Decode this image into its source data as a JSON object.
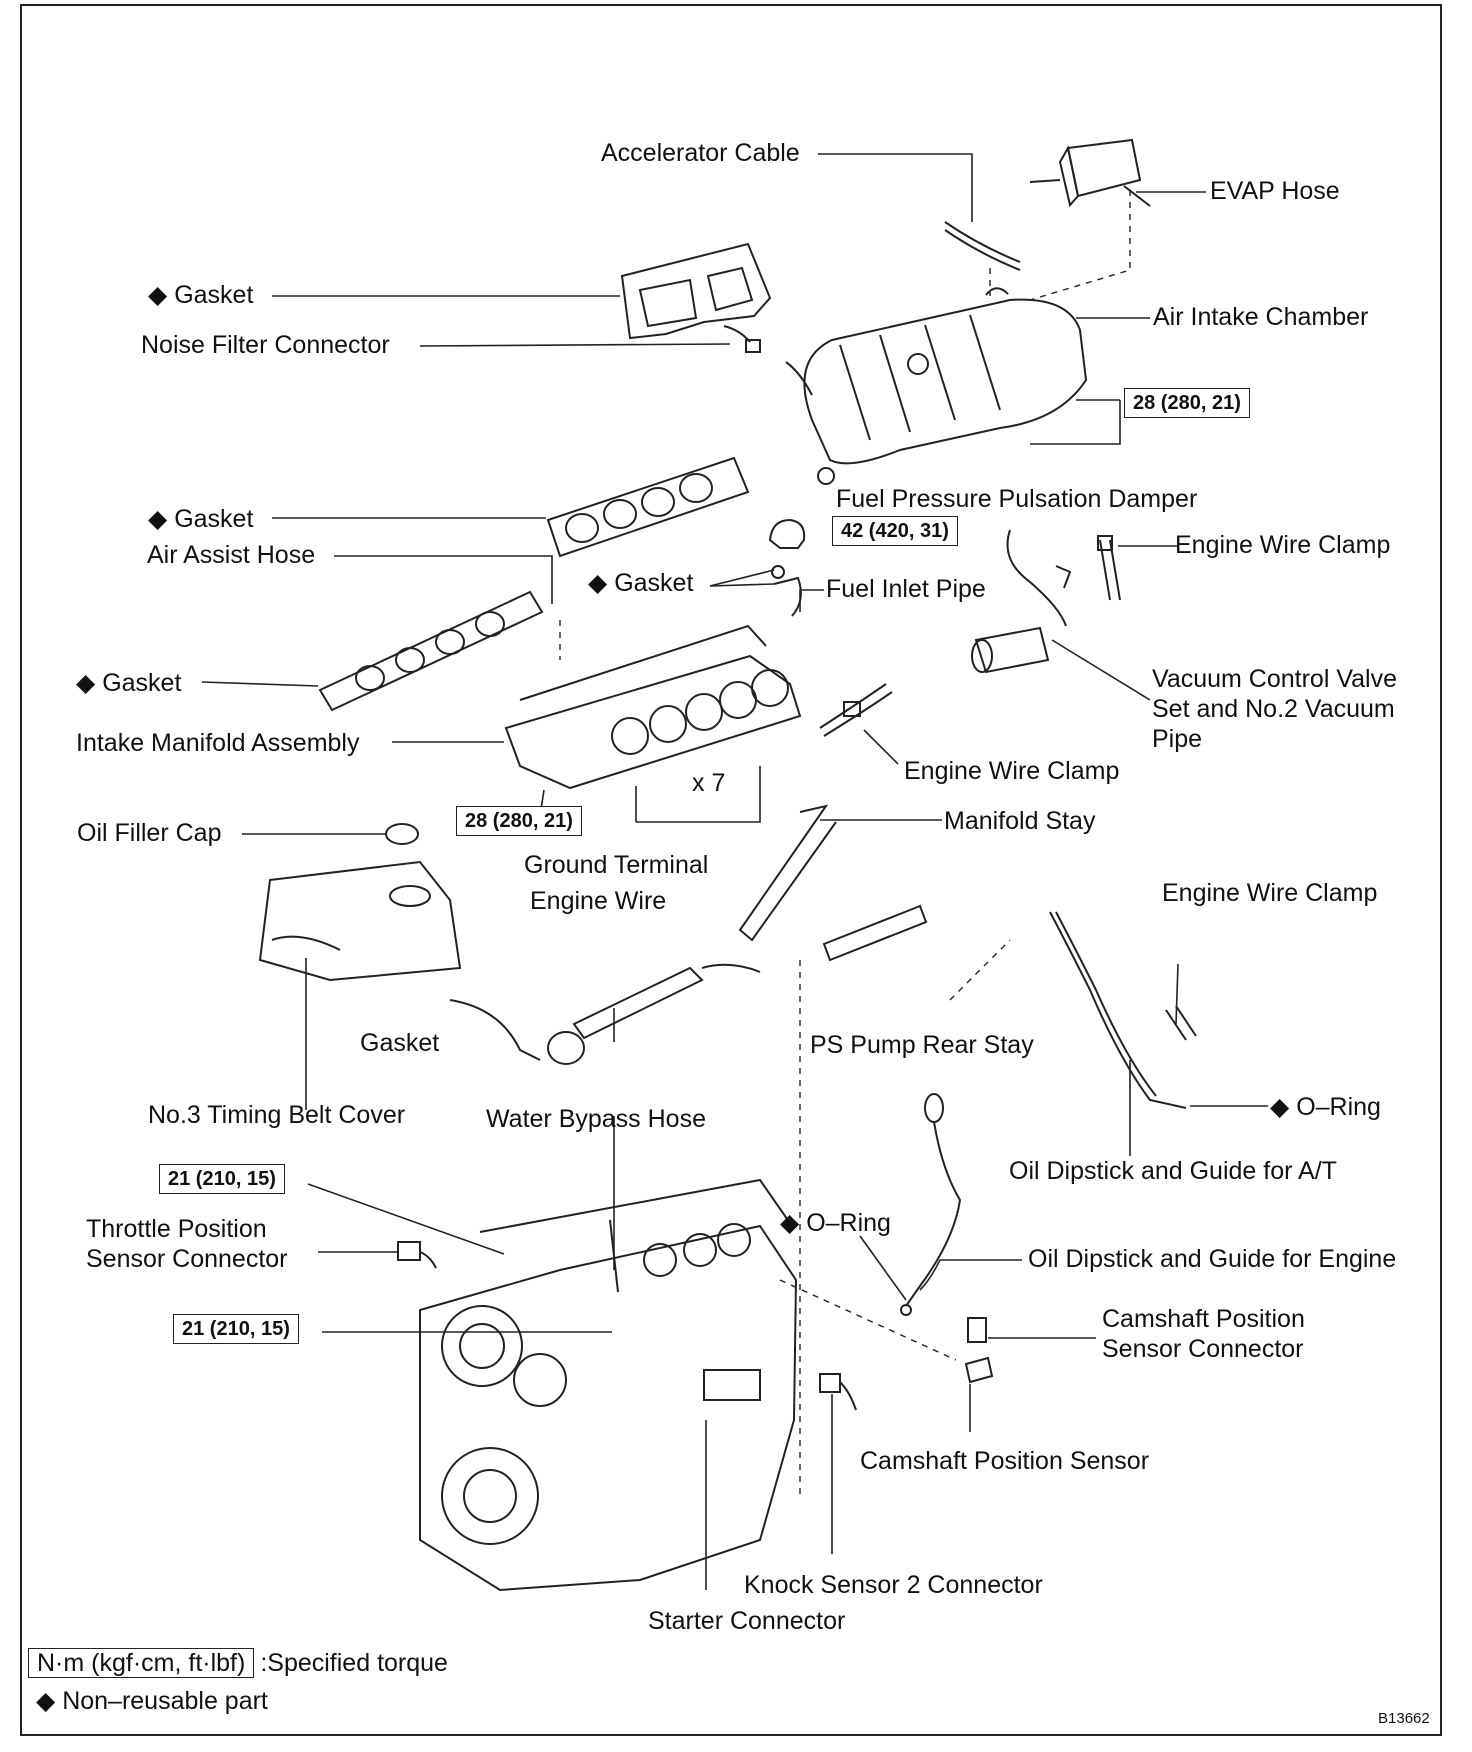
{
  "labels": {
    "accelerator_cable": "Accelerator Cable",
    "evap_hose": "EVAP Hose",
    "gasket": "Gasket",
    "noise_filter_connector": "Noise Filter Connector",
    "air_intake_chamber": "Air Intake Chamber",
    "fuel_pressure_pulsation_damper": "Fuel Pressure Pulsation Damper",
    "engine_wire_clamp": "Engine Wire Clamp",
    "air_assist_hose": "Air Assist Hose",
    "fuel_inlet_pipe": "Fuel Inlet Pipe",
    "vacuum_control_valve": "Vacuum Control Valve Set and No.2 Vacuum Pipe",
    "intake_manifold_assembly": "Intake Manifold Assembly",
    "times_seven": "x 7",
    "manifold_stay": "Manifold Stay",
    "oil_filler_cap": "Oil Filler Cap",
    "ground_terminal": "Ground Terminal",
    "engine_wire": "Engine Wire",
    "ps_pump_rear_stay": "PS Pump Rear Stay",
    "no3_timing_belt_cover": "No.3 Timing Belt Cover",
    "water_bypass_hose": "Water Bypass Hose",
    "o_ring": "O–Ring",
    "oil_dipstick_at": "Oil Dipstick and Guide for A/T",
    "throttle_position_sensor_connector": "Throttle Position Sensor Connector",
    "oil_dipstick_engine": "Oil Dipstick and Guide for Engine",
    "camshaft_position_sensor_connector": "Camshaft Position Sensor Connector",
    "camshaft_position_sensor": "Camshaft Position Sensor",
    "knock_sensor_2_connector": "Knock Sensor 2 Connector",
    "starter_connector": "Starter Connector"
  },
  "torques": {
    "t28": "28 (280, 21)",
    "t42": "42 (420, 31)",
    "t21": "21 (210, 15)"
  },
  "symbols": {
    "non_reusable": "◆"
  },
  "legend": {
    "unit_box": "N·m (kgf·cm, ft·lbf)",
    "unit_text": ":Specified torque",
    "non_reusable_text": "Non–reusable part"
  },
  "figure_code": "B13662"
}
